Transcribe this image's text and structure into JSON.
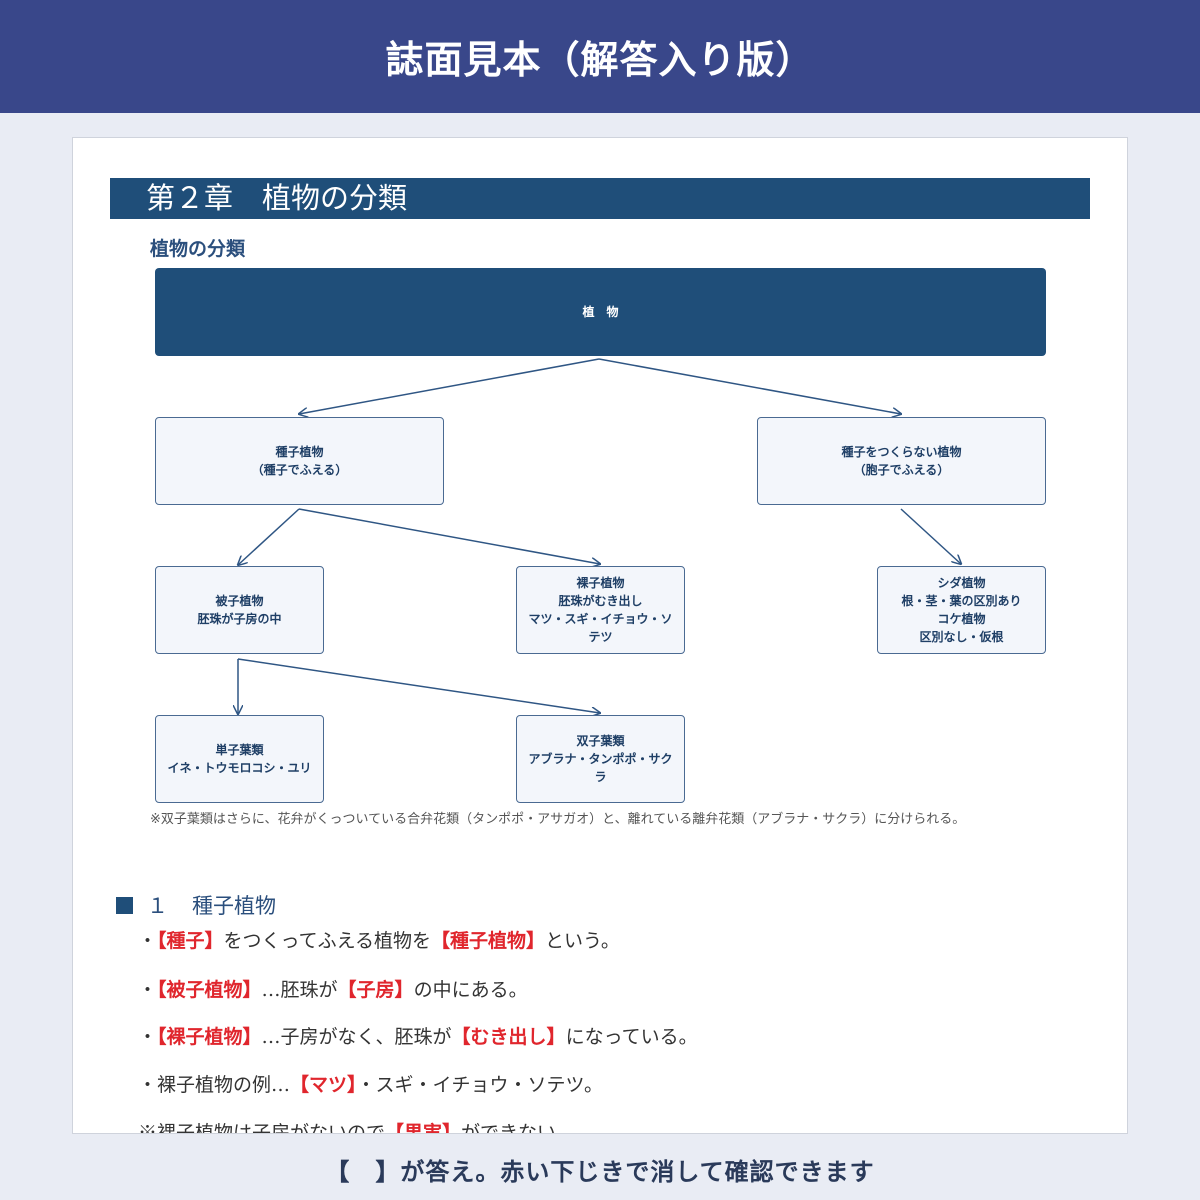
{
  "banner": {
    "title": "誌面見本（解答入り版）"
  },
  "page": {
    "chapter_title": "第２章　植物の分類",
    "section_heading": "植物の分類"
  },
  "diagram": {
    "root": "植　物",
    "seed_plants": [
      "種子植物",
      "（種子でふえる）"
    ],
    "non_seed_plants": [
      "種子をつくらない植物",
      "（胞子でふえる）"
    ],
    "angiosperms": [
      "被子植物",
      "胚珠が子房の中"
    ],
    "gymnosperms": [
      "裸子植物",
      "胚珠がむき出し",
      "マツ・スギ・イチョウ・ソ",
      "テツ"
    ],
    "ferns_mosses": [
      "シダ植物",
      "根・茎・葉の区別あり",
      "コケ植物",
      "区別なし・仮根"
    ],
    "monocots": [
      "単子葉類",
      "イネ・トウモロコシ・ユリ"
    ],
    "dicots": [
      "双子葉類",
      "アブラナ・タンポポ・サク",
      "ラ"
    ]
  },
  "note": "※双子葉類はさらに、花弁がくっついている合弁花類（タンポポ・アサガオ）と、離れている離弁花類（アブラナ・サクラ）に分けられる。",
  "subsection": {
    "marker": "■",
    "number": "１",
    "title": "種子植物"
  },
  "bullets": [
    {
      "parts": [
        {
          "t": "・",
          "a": false
        },
        {
          "t": "【種子】",
          "a": true
        },
        {
          "t": "をつくってふえる植物を",
          "a": false
        },
        {
          "t": "【種子植物】",
          "a": true
        },
        {
          "t": "という。",
          "a": false
        }
      ]
    },
    {
      "parts": [
        {
          "t": "・",
          "a": false
        },
        {
          "t": "【被子植物】",
          "a": true
        },
        {
          "t": "…胚珠が",
          "a": false
        },
        {
          "t": "【子房】",
          "a": true
        },
        {
          "t": "の中にある。",
          "a": false
        }
      ]
    },
    {
      "parts": [
        {
          "t": "・",
          "a": false
        },
        {
          "t": "【裸子植物】",
          "a": true
        },
        {
          "t": "…子房がなく、胚珠が",
          "a": false
        },
        {
          "t": "【むき出し】",
          "a": true
        },
        {
          "t": "になっている。",
          "a": false
        }
      ]
    },
    {
      "parts": [
        {
          "t": "・裸子植物の例…",
          "a": false
        },
        {
          "t": "【マツ】",
          "a": true
        },
        {
          "t": "・スギ・イチョウ・ソテツ。",
          "a": false
        }
      ]
    },
    {
      "parts": [
        {
          "t": "※裸子植物は子房がないので",
          "a": false
        },
        {
          "t": "【果実】",
          "a": true
        },
        {
          "t": "ができない。",
          "a": false
        }
      ]
    }
  ],
  "footer": {
    "text": "【　】が答え。赤い下じきで消して確認できます"
  }
}
